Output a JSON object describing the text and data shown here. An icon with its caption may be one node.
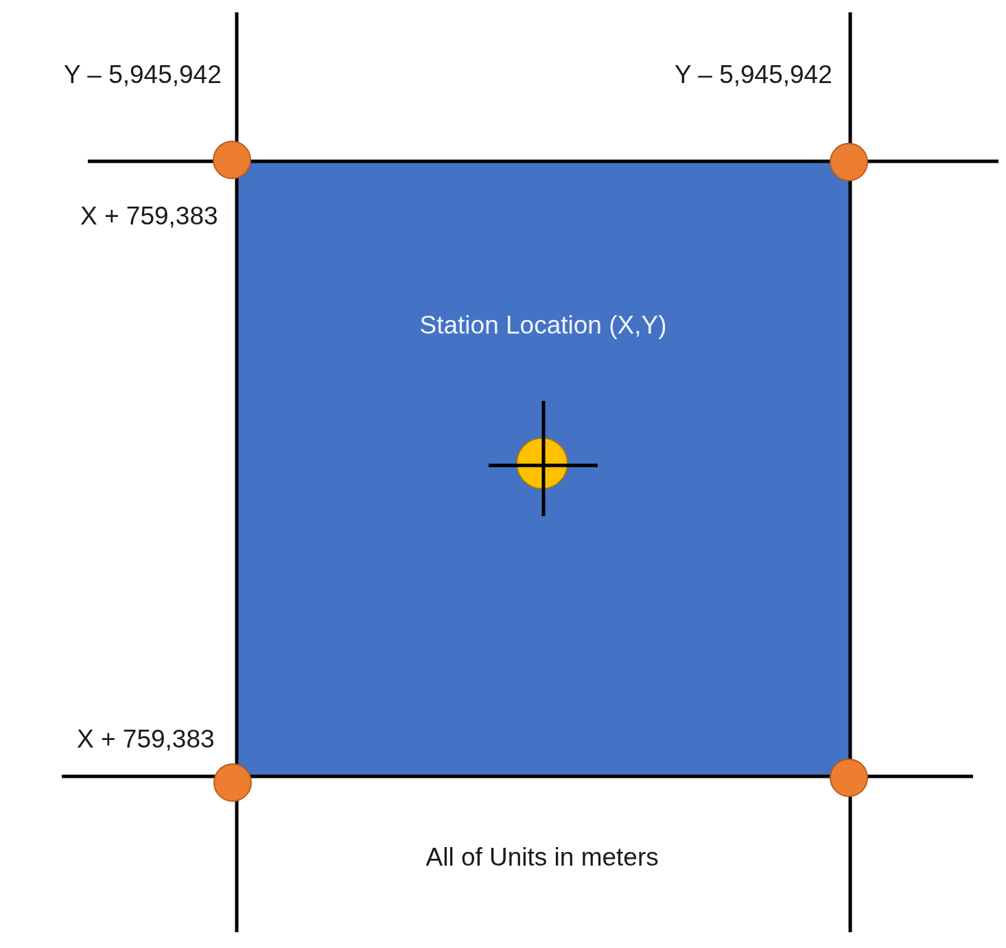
{
  "diagram": {
    "nodes": [
      {
        "text": [
          "Station Location (X,Y)"
        ]
      }
    ],
    "labels": [
      "Y – 5,945,942",
      "Y – 5,945,942",
      "X + 759,383",
      "X + 759,383",
      "All of Units in meters"
    ]
  }
}
